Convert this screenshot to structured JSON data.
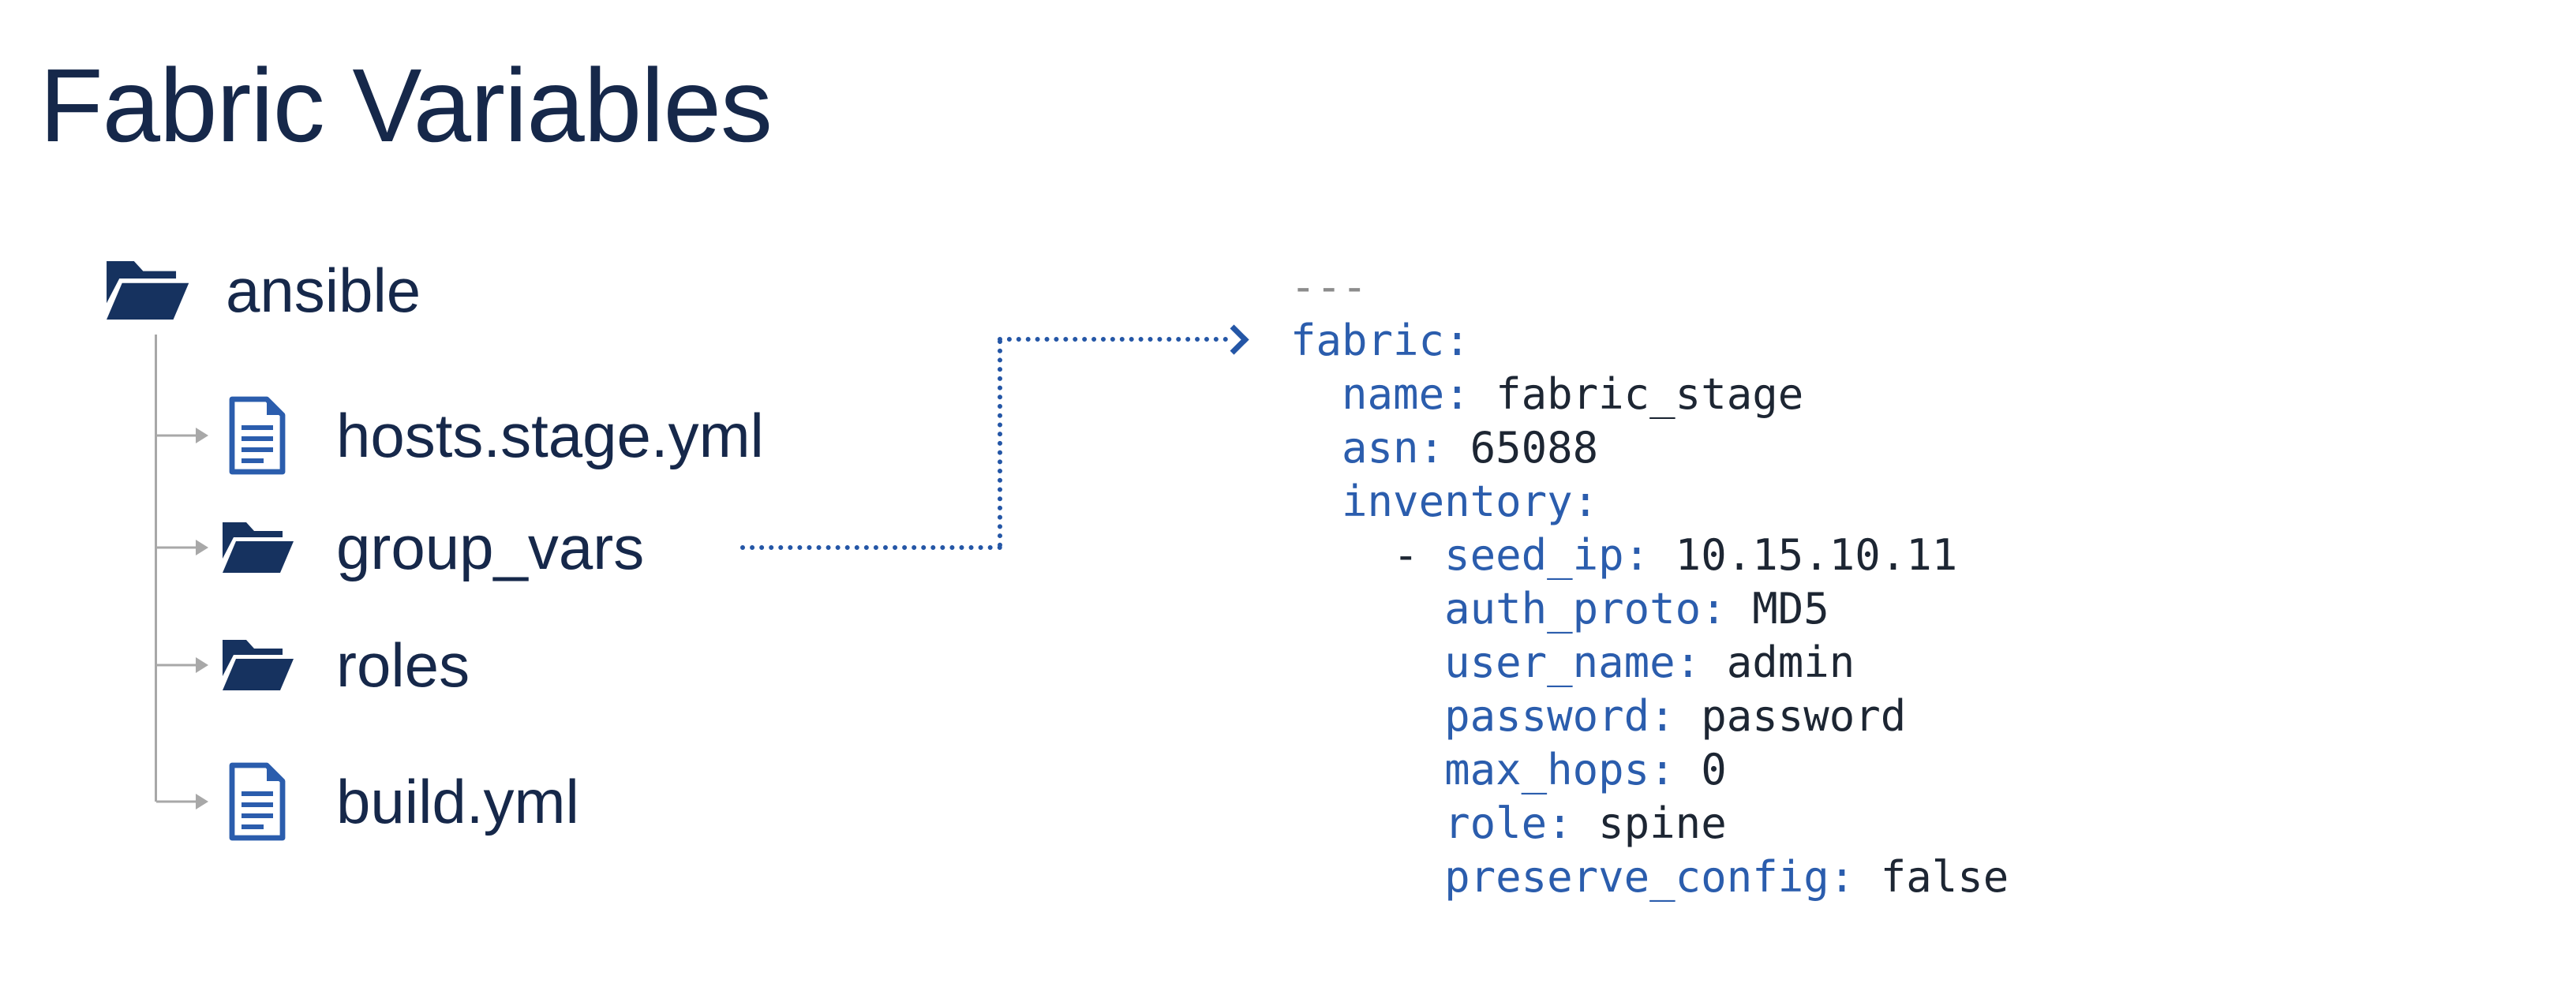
{
  "title": "Fabric Variables",
  "tree": {
    "root": {
      "label": "ansible",
      "type": "folder",
      "icon": "folder-icon"
    },
    "children": [
      {
        "label": "hosts.stage.yml",
        "type": "file",
        "icon": "file-icon"
      },
      {
        "label": "group_vars",
        "type": "folder",
        "icon": "folder-icon"
      },
      {
        "label": "roles",
        "type": "folder",
        "icon": "folder-icon"
      },
      {
        "label": "build.yml",
        "type": "file",
        "icon": "file-icon"
      }
    ]
  },
  "arrow": {
    "from": "group_vars",
    "to": "fabric:",
    "style": "dotted"
  },
  "code": {
    "language": "yaml",
    "lines": [
      [
        {
          "t": "---",
          "c": "dim"
        }
      ],
      [
        {
          "t": "fabric:",
          "c": "key"
        }
      ],
      [
        {
          "t": "  ",
          "c": "plain"
        },
        {
          "t": "name:",
          "c": "key"
        },
        {
          "t": " fabric_stage",
          "c": "val"
        }
      ],
      [
        {
          "t": "  ",
          "c": "plain"
        },
        {
          "t": "asn:",
          "c": "key"
        },
        {
          "t": " 65088",
          "c": "val"
        }
      ],
      [
        {
          "t": "  ",
          "c": "plain"
        },
        {
          "t": "inventory:",
          "c": "key"
        }
      ],
      [
        {
          "t": "    - ",
          "c": "val"
        },
        {
          "t": "seed_ip:",
          "c": "key"
        },
        {
          "t": " 10.15.10.11",
          "c": "val"
        }
      ],
      [
        {
          "t": "      ",
          "c": "plain"
        },
        {
          "t": "auth_proto:",
          "c": "key"
        },
        {
          "t": " MD5",
          "c": "val"
        }
      ],
      [
        {
          "t": "      ",
          "c": "plain"
        },
        {
          "t": "user_name:",
          "c": "key"
        },
        {
          "t": " admin",
          "c": "val"
        }
      ],
      [
        {
          "t": "      ",
          "c": "plain"
        },
        {
          "t": "password:",
          "c": "key"
        },
        {
          "t": " password",
          "c": "val"
        }
      ],
      [
        {
          "t": "      ",
          "c": "plain"
        },
        {
          "t": "max_hops:",
          "c": "key"
        },
        {
          "t": " 0",
          "c": "val"
        }
      ],
      [
        {
          "t": "      ",
          "c": "plain"
        },
        {
          "t": "role:",
          "c": "key"
        },
        {
          "t": " spine",
          "c": "val"
        }
      ],
      [
        {
          "t": "      ",
          "c": "plain"
        },
        {
          "t": "preserve_config:",
          "c": "key"
        },
        {
          "t": " false",
          "c": "val"
        }
      ]
    ]
  },
  "colors": {
    "title": "#16284a",
    "tree_text": "#16284a",
    "folder": "#16325f",
    "file": "#2b5dad",
    "connector": "#a8a8a8",
    "arrow": "#2456a6",
    "code_key": "#2b5dad",
    "code_value": "#1d2633",
    "code_dim": "#8c8c8c"
  }
}
